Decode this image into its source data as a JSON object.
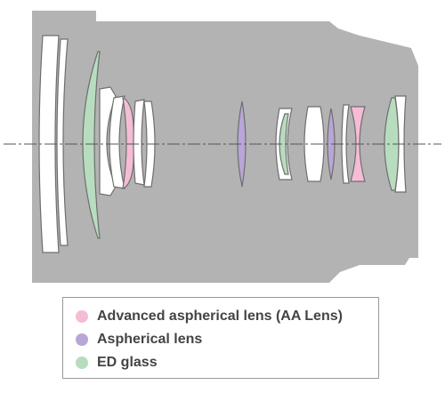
{
  "colors": {
    "barrel": "#b3b3b3",
    "lens_plain": "#ffffff",
    "lens_stroke": "#6e6e6e",
    "aa_lens": "#f5bcd6",
    "aspherical": "#b9a6d8",
    "ed_glass": "#b7ddbe",
    "axis": "#555555"
  },
  "legend": {
    "items": [
      {
        "label": "Advanced aspherical lens (AA Lens)",
        "color": "#f5bcd6",
        "icon": "pink-dot-icon"
      },
      {
        "label": "Aspherical lens",
        "color": "#b9a6d8",
        "icon": "purple-dot-icon"
      },
      {
        "label": "ED glass",
        "color": "#b7ddbe",
        "icon": "green-dot-icon"
      }
    ]
  }
}
